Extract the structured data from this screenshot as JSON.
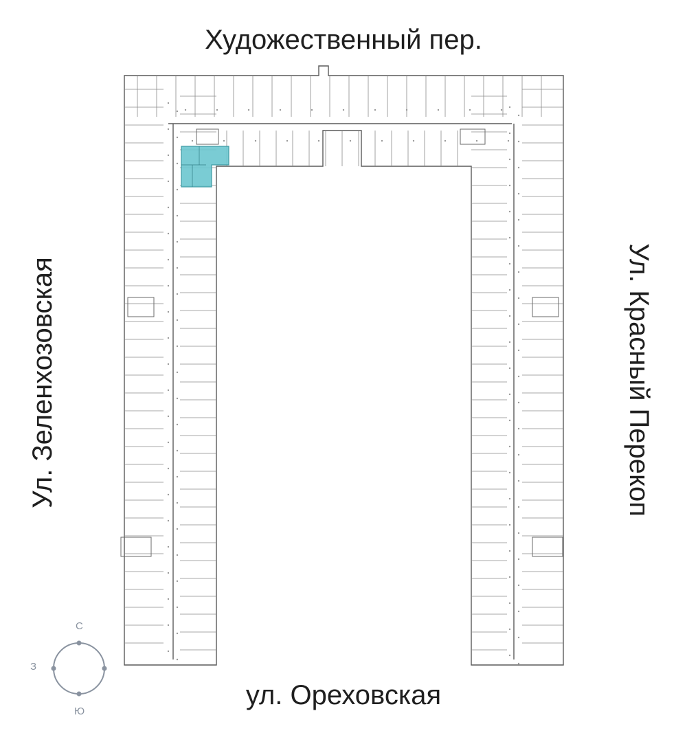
{
  "streets": {
    "north": "Художественный пер.",
    "south": "ул. Ореховская",
    "west": "Ул. Зеленхозовская",
    "east": "Ул. Красный Перекоп"
  },
  "compass": {
    "north": "С",
    "west": "З",
    "south": "Ю"
  },
  "plan": {
    "highlight_color": "#6cc6cf",
    "line_color": "#5a5a5a"
  }
}
